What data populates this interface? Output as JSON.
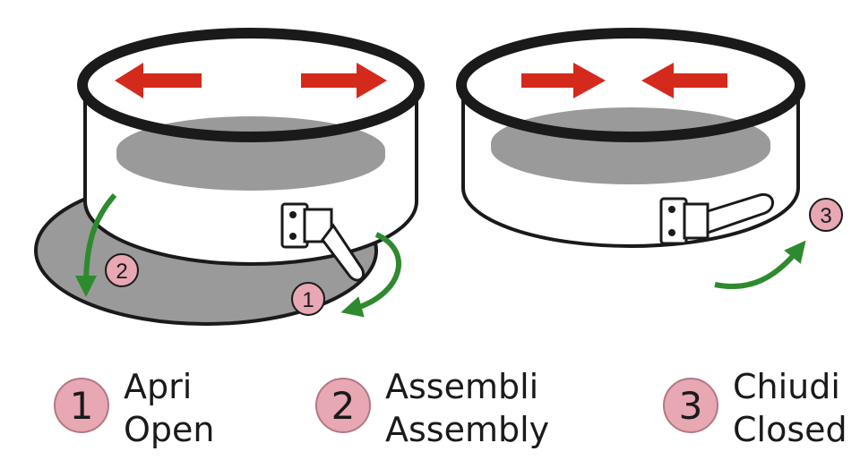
{
  "steps": [
    {
      "number": "1",
      "label_it": "Apri",
      "label_en": "Open"
    },
    {
      "number": "2",
      "label_it": "Assembli",
      "label_en": "Assembly"
    },
    {
      "number": "3",
      "label_it": "Chiudi",
      "label_en": "Closed"
    }
  ],
  "markers": {
    "open": "1",
    "assembly": "2",
    "close": "3"
  },
  "icons": {
    "expand": "red-expand-arrows-icon",
    "contract": "red-contract-arrows-icon",
    "motion": "green-curved-arrow-icon"
  },
  "colors": {
    "arrow_red": "#d42a1c",
    "arrow_green": "#2e8a2e",
    "badge_pink": "#e7a7b3",
    "pan_base": "#9a9a9a",
    "outline": "#1a1a1a"
  }
}
